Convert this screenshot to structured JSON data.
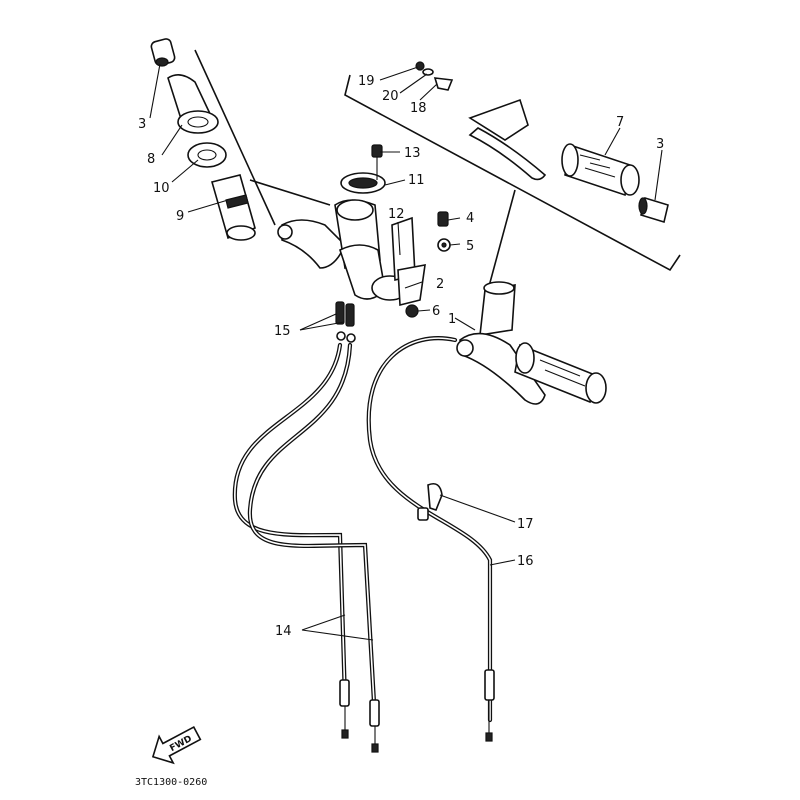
{
  "labels": {
    "p1": "1",
    "p2": "2",
    "p3a": "3",
    "p3b": "3",
    "p4": "4",
    "p5": "5",
    "p6": "6",
    "p7": "7",
    "p8": "8",
    "p9": "9",
    "p10": "10",
    "p11": "11",
    "p12": "12",
    "p13": "13",
    "p14": "14",
    "p15": "15",
    "p16": "16",
    "p17": "17",
    "p18": "18",
    "p19": "19",
    "p20": "20"
  },
  "diagram_code": "3TC1300-0260",
  "forward_arrow_text": "FWD"
}
